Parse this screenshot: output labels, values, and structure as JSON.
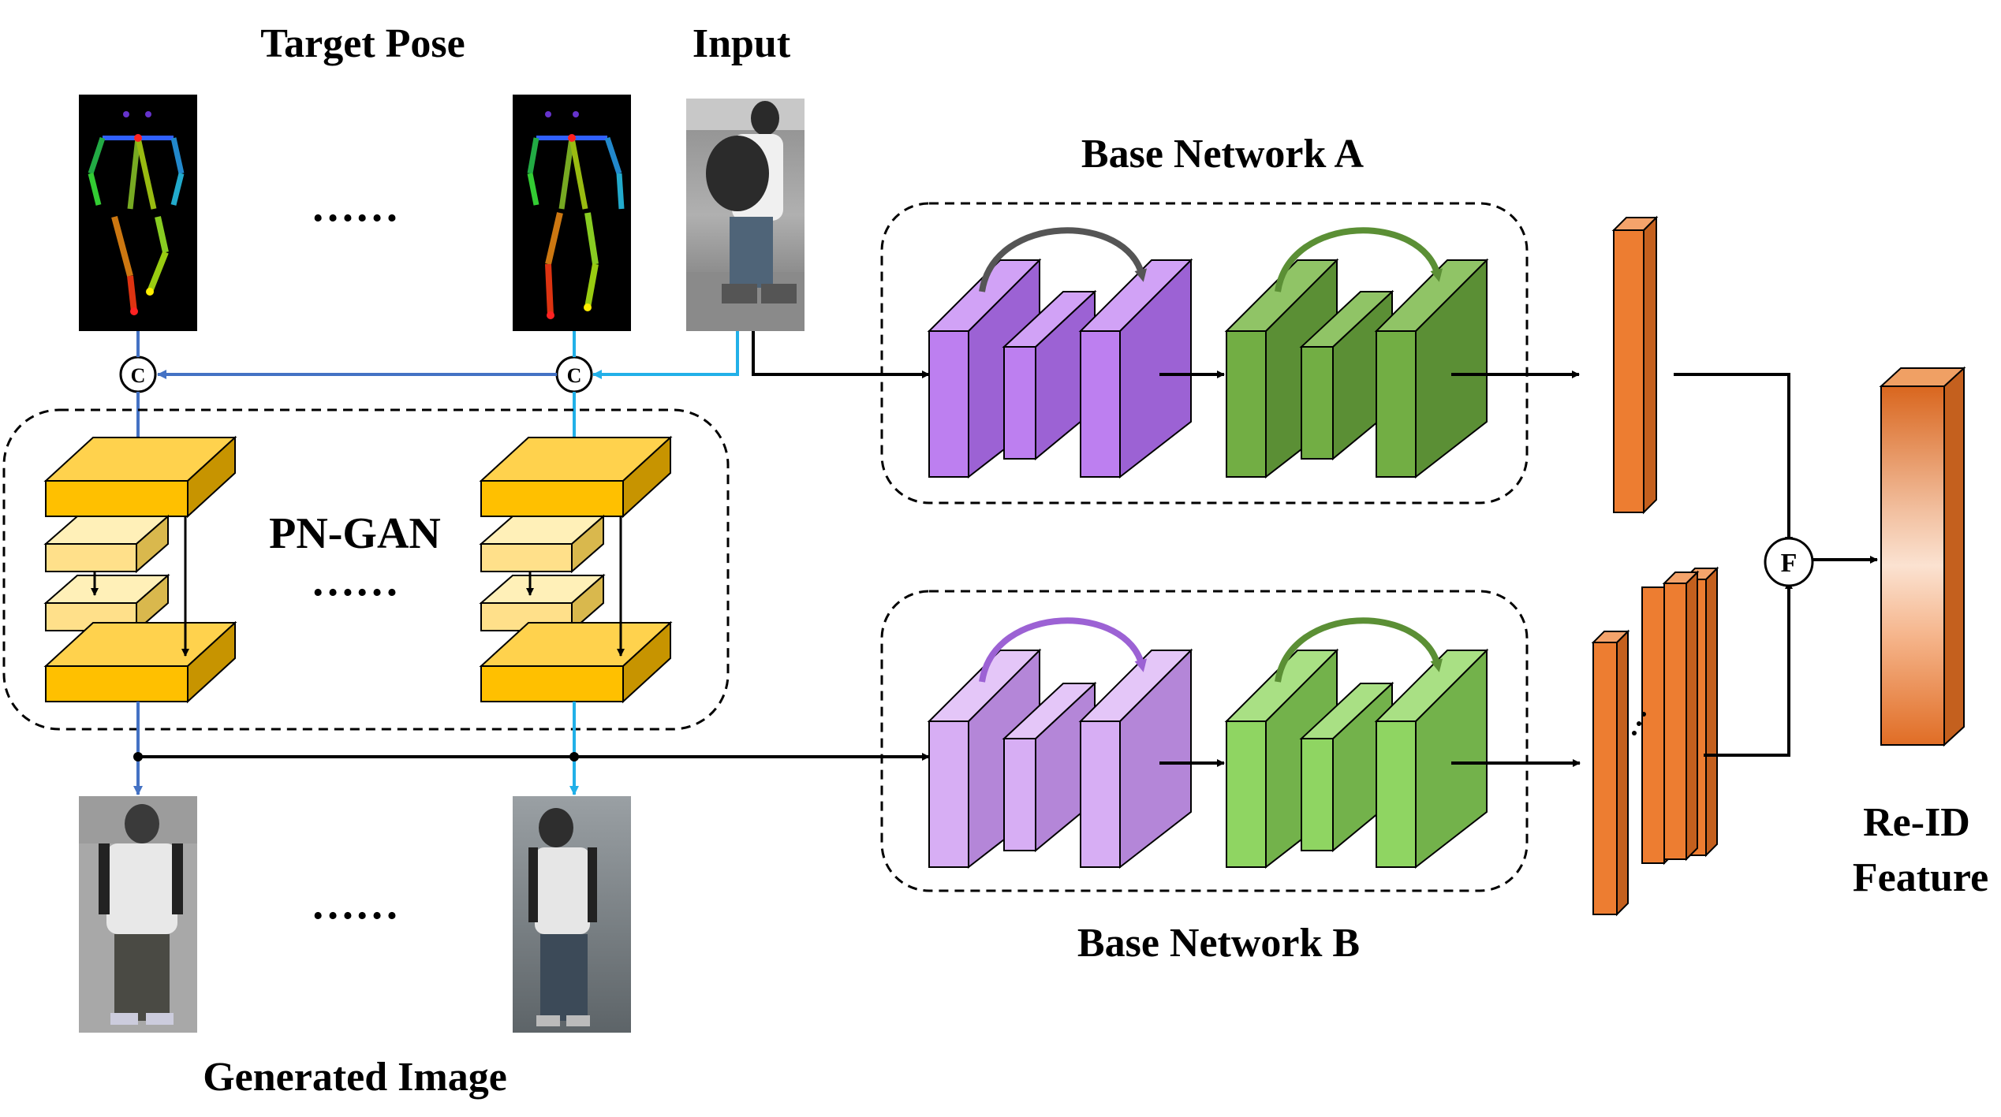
{
  "labels": {
    "target_pose": "Target Pose",
    "input": "Input",
    "base_network_a": "Base Network A",
    "base_network_b": "Base Network B",
    "pn_gan": "PN-GAN",
    "generated_image": "Generated Image",
    "reid_feature_line1": "Re-ID",
    "reid_feature_line2": "Feature",
    "ellipsis": "……",
    "concat_symbol": "C",
    "fusion_symbol": "F"
  },
  "colors": {
    "purple_front": "#bd7ff0",
    "purple_side": "#9c62d4",
    "purple_light_front": "#d7aef4",
    "purple_light_side": "#b486d8",
    "green_front": "#72ae44",
    "green_side": "#5b8f35",
    "green_light_front": "#8fd562",
    "green_light_side": "#73b24b",
    "orange": "#ed7d31",
    "orange_dark": "#c4601e",
    "gold": "#ffc000",
    "gold_dark": "#c79400",
    "gold_light": "#ffe08a",
    "arrow_blue_dark": "#4472c4",
    "arrow_blue_light": "#22b0e8"
  }
}
